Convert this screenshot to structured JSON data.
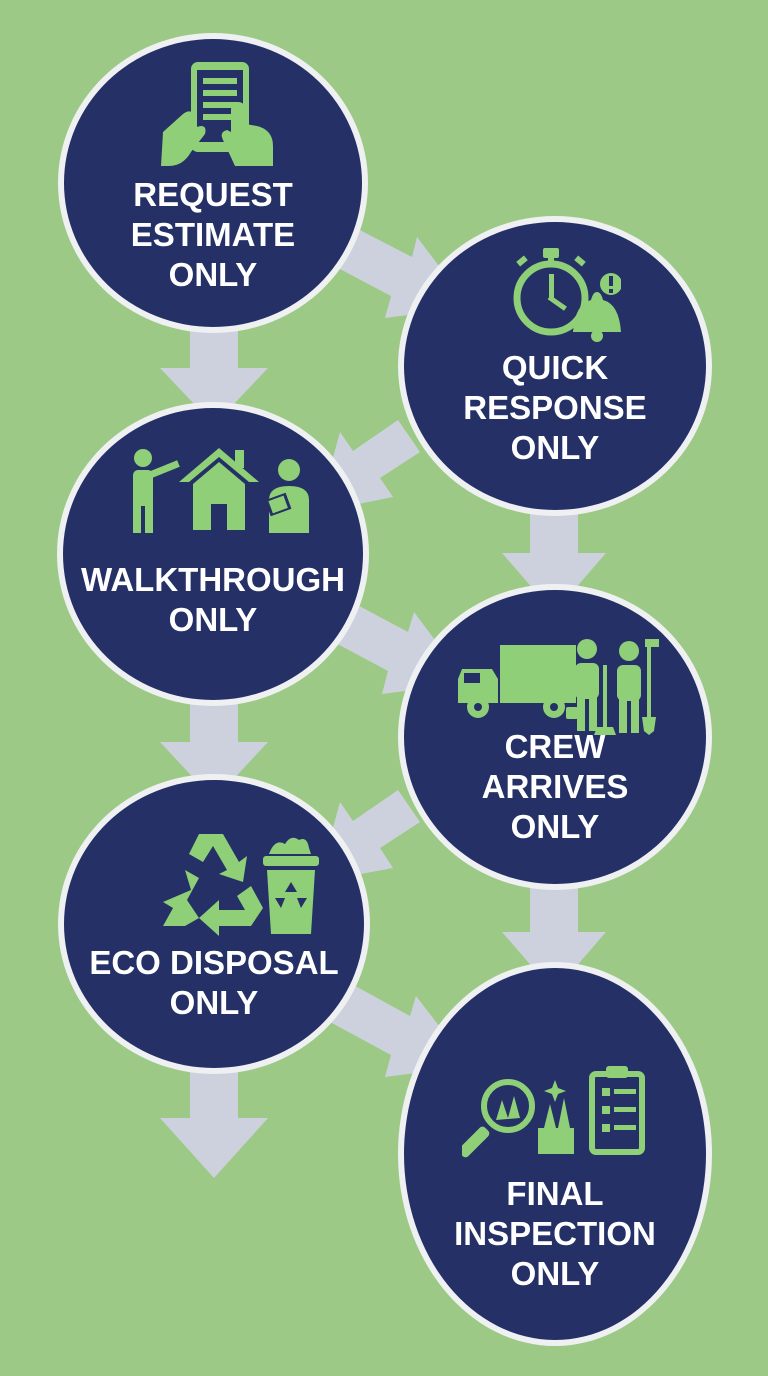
{
  "colors": {
    "background": "#9cc985",
    "circle_fill": "#243066",
    "circle_border": "#eef0f2",
    "icon_green": "#8ecf78",
    "arrow": "#cdd1de",
    "text": "#ffffff"
  },
  "steps": [
    {
      "id": "request",
      "icon": "tablet-hands-icon",
      "lines": [
        "REQUEST",
        "ESTIMATE",
        "ONLY"
      ]
    },
    {
      "id": "quick",
      "icon": "stopwatch-bell-icon",
      "lines": [
        "QUICK",
        "RESPONSE",
        "ONLY"
      ]
    },
    {
      "id": "walk",
      "icon": "house-walkthrough-icon",
      "lines": [
        "WALKTHROUGH",
        "ONLY"
      ]
    },
    {
      "id": "crew",
      "icon": "truck-crew-icon",
      "lines": [
        "CREW",
        "ARRIVES",
        "ONLY"
      ]
    },
    {
      "id": "eco",
      "icon": "recycle-bin-icon",
      "lines": [
        "ECO DISPOSAL",
        "ONLY"
      ]
    },
    {
      "id": "final",
      "icon": "inspection-checklist-icon",
      "lines": [
        "FINAL",
        "INSPECTION",
        "ONLY"
      ]
    }
  ],
  "connections": [
    {
      "from": "request",
      "to": "quick"
    },
    {
      "from": "request",
      "to": "walk"
    },
    {
      "from": "quick",
      "to": "walk"
    },
    {
      "from": "quick",
      "to": "crew"
    },
    {
      "from": "walk",
      "to": "crew"
    },
    {
      "from": "walk",
      "to": "eco"
    },
    {
      "from": "crew",
      "to": "eco"
    },
    {
      "from": "crew",
      "to": "final"
    },
    {
      "from": "eco",
      "to": "final"
    },
    {
      "from": "eco",
      "to": "next"
    }
  ]
}
